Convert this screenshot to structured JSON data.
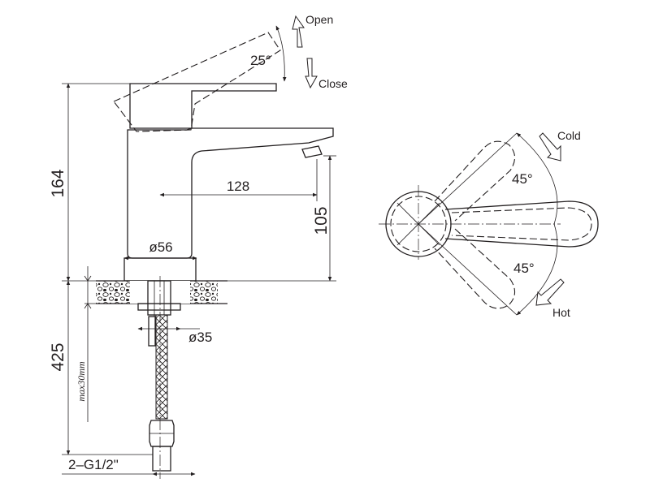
{
  "side_view": {
    "handle": {
      "angle": "25°",
      "open": "Open",
      "close": "Close"
    },
    "dims": {
      "height": "164",
      "spout_reach": "128",
      "spout_height": "105",
      "base_diameter": "ø56",
      "shank_diameter": "ø35",
      "hose_length": "425",
      "max_thickness": "max30mm",
      "connection": "2–G1/2\""
    }
  },
  "top_view": {
    "cold_label": "Cold",
    "hot_label": "Hot",
    "cold_angle": "45°",
    "hot_angle": "45°"
  }
}
